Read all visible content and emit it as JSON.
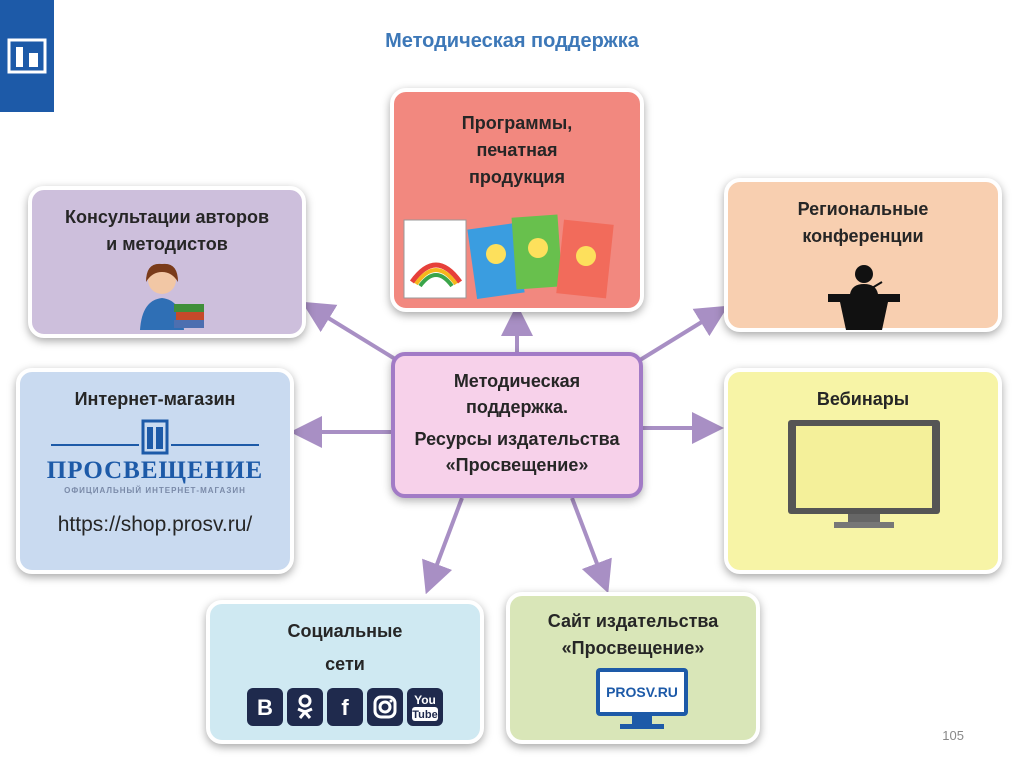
{
  "title": "Методическая поддержка",
  "page_number": "105",
  "center": {
    "line1": "Методическая",
    "line2": "поддержка.",
    "line3": "Ресурсы издательства",
    "line4": "«Просвещение»"
  },
  "nodes": {
    "programs": {
      "line1": "Программы,",
      "line2": "печатная",
      "line3": "продукция"
    },
    "consult": {
      "line1": "Консультации авторов",
      "line2": "и методистов"
    },
    "conferences": {
      "line1": "Региональные",
      "line2": "конференции"
    },
    "shop": {
      "title": "Интернет-магазин",
      "brand": "ПРОСВЕЩЕНИЕ",
      "brand_sub": "ОФИЦИАЛЬНЫЙ ИНТЕРНЕТ-МАГАЗИН",
      "url": "https://shop.prosv.ru/"
    },
    "webinars": {
      "title": "Вебинары"
    },
    "social": {
      "line1": "Социальные",
      "line2": "сети",
      "icons": [
        "vk-icon",
        "odnoklassniki-icon",
        "facebook-icon",
        "instagram-icon",
        "youtube-icon"
      ]
    },
    "site": {
      "line1": "Сайт издательства",
      "line2": "«Просвещение»",
      "screen_text": "PROSV.RU"
    }
  },
  "colors": {
    "title": "#3d78b8",
    "logo_bg": "#1d5aa8",
    "arrow": "#a88fc4",
    "programs_bg": "#f2887f",
    "consult_bg": "#cdbfdc",
    "conferences_bg": "#f8cfb0",
    "shop_bg": "#c9daf0",
    "webinars_bg": "#f7f4a6",
    "social_bg": "#cfe9f2",
    "site_bg": "#d9e6b8",
    "center_bg": "#f7d1ea"
  }
}
